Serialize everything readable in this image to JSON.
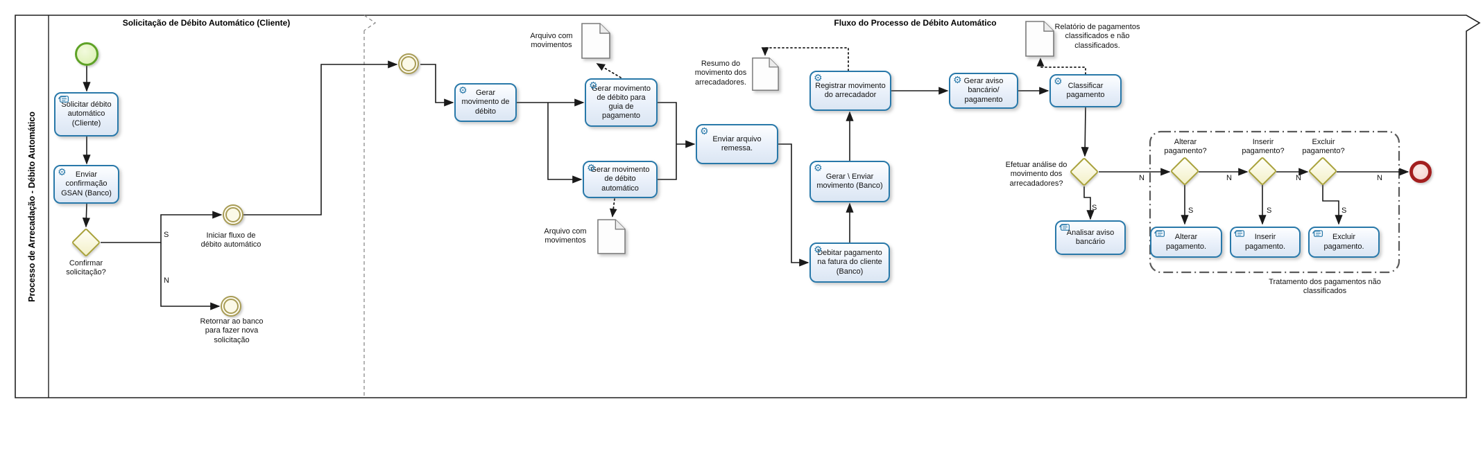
{
  "pool": {
    "label": "Processo de Arrecadação - Débito Automático",
    "milestones": [
      {
        "title": "Solicitação  de Débito Automático (Cliente)"
      },
      {
        "title": "Fluxo do Processo de Débito Automático"
      }
    ]
  },
  "branch": {
    "yes": "S",
    "no": "N"
  },
  "tasks": {
    "solicitar": "Solicitar débito automático (Cliente)",
    "enviar_confirmacao": "Enviar confirmação GSAN (Banco)",
    "gerar_movimento": "Gerar movimento de débito",
    "gerar_guia": "Gerar movimento de débito para guia de pagamento",
    "gerar_automatico": "Gerar movimento de débito automático",
    "enviar_remessa": "Enviar arquivo remessa.",
    "registrar": "Registrar movimento do arrecadador",
    "gerar_aviso": "Gerar aviso bancário/ pagamento",
    "classificar": "Classificar pagamento",
    "gerar_enviar_banco": "Gerar \\ Enviar movimento (Banco)",
    "debitar": "Debitar pagamento na fatura do cliente (Banco)",
    "analisar": "Analisar aviso bancário",
    "alterar": "Alterar pagamento.",
    "inserir": "Inserir pagamento.",
    "excluir": "Excluir pagamento."
  },
  "gateways": {
    "confirmar": "Confirmar solicitação?",
    "efetuar": "Efetuar análise do movimento dos arrecadadores?",
    "alterar": "Alterar pagamento?",
    "inserir": "Inserir pagamento?",
    "excluir": "Excluir pagamento?"
  },
  "events": {
    "iniciar_fluxo": "Iniciar fluxo de débito automático",
    "retornar": "Retornar ao banco para fazer nova solicitação"
  },
  "docs": {
    "arquivo_movimentos_1": "Arquivo com movimentos",
    "arquivo_movimentos_2": "Arquivo com movimentos",
    "resumo": "Resumo do movimento dos arrecadadores.",
    "relatorio": "Relatório de pagamentos classificados e não classificados."
  },
  "group": {
    "label": "Tratamento dos pagamentos não classificados"
  },
  "icons": {
    "service_task": "⚙"
  },
  "colors": {
    "task_border": "#2878a9",
    "task_fill": "#e9f0fa",
    "gateway_border": "#a9a23b",
    "start_event_border": "#5ea226",
    "intermediate_event_border": "#a89c55",
    "end_event_border": "#a31f1f"
  }
}
